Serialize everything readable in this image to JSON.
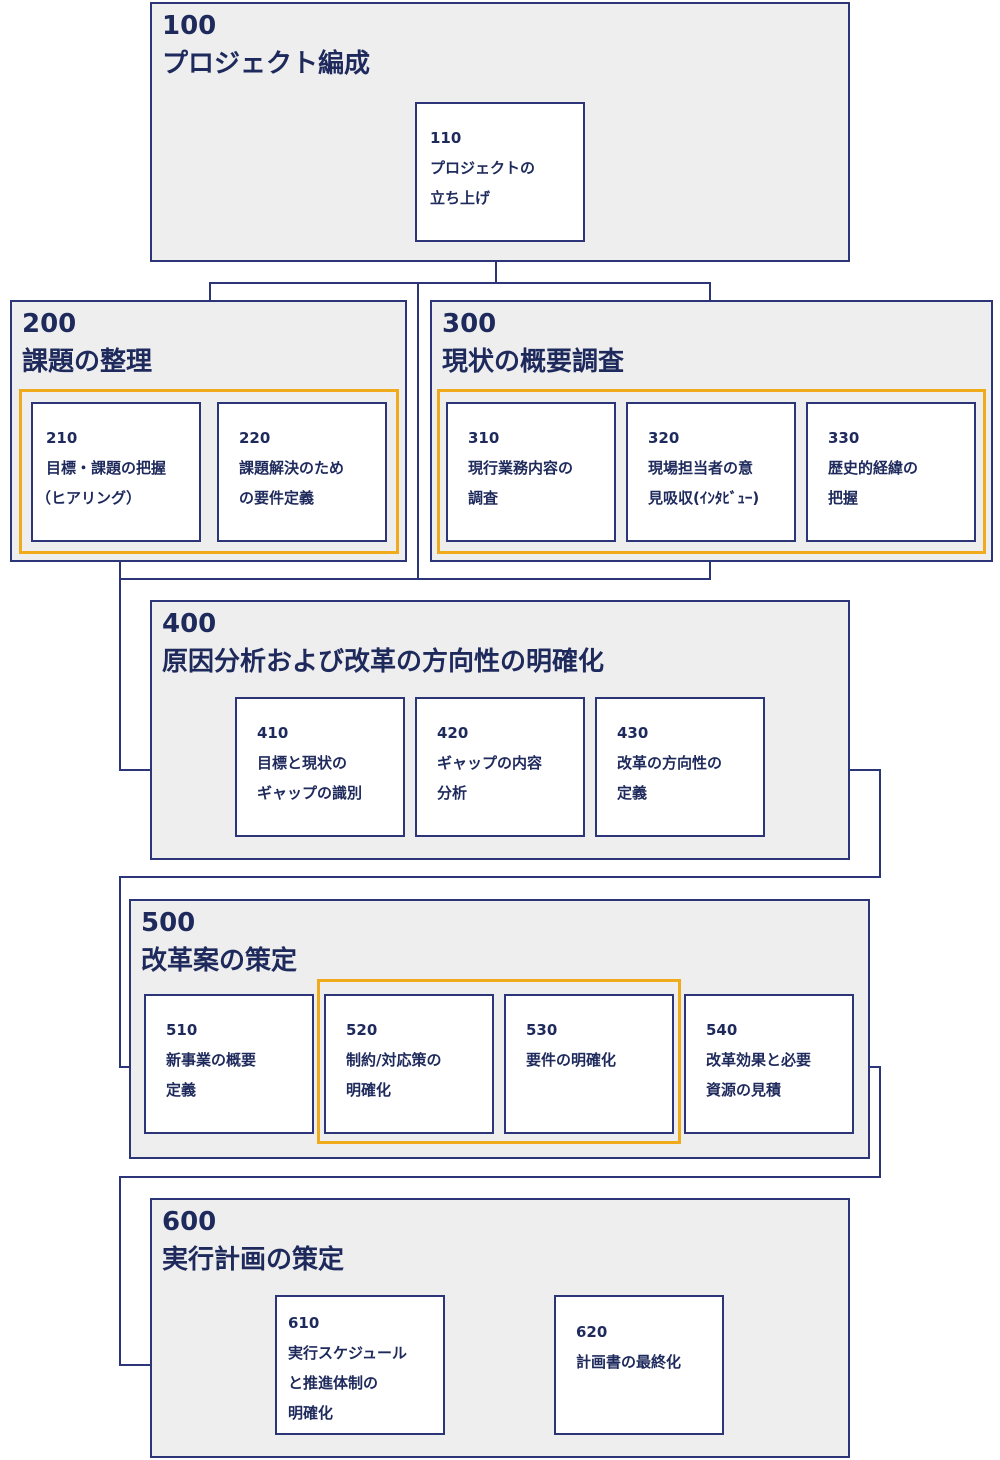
{
  "phases": {
    "p100": {
      "number": "100",
      "title": "プロジェクト編成"
    },
    "p200": {
      "number": "200",
      "title": "課題の整理"
    },
    "p300": {
      "number": "300",
      "title": "現状の概要調査"
    },
    "p400": {
      "number": "400",
      "title": "原因分析および改革の方向性の明確化"
    },
    "p500": {
      "number": "500",
      "title": "改革案の策定"
    },
    "p600": {
      "number": "600",
      "title": "実行計画の策定"
    }
  },
  "tasks": {
    "t110": {
      "number": "110",
      "lines": [
        "プロジェクトの",
        "立ち上げ"
      ]
    },
    "t210": {
      "number": "210",
      "lines": [
        "目標・課題の把握",
        "（ヒアリング）"
      ]
    },
    "t220": {
      "number": "220",
      "lines": [
        "課題解決のため",
        "の要件定義"
      ]
    },
    "t310": {
      "number": "310",
      "lines": [
        "現行業務内容の",
        "調査"
      ]
    },
    "t320": {
      "number": "320",
      "lines": [
        "現場担当者の意",
        "見吸収(ｲﾝﾀﾋﾞｭｰ)"
      ]
    },
    "t330": {
      "number": "330",
      "lines": [
        "歴史的経緯の",
        "把握"
      ]
    },
    "t410": {
      "number": "410",
      "lines": [
        "目標と現状の",
        "ギャップの識別"
      ]
    },
    "t420": {
      "number": "420",
      "lines": [
        "ギャップの内容",
        "分析"
      ]
    },
    "t430": {
      "number": "430",
      "lines": [
        "改革の方向性の",
        "定義"
      ]
    },
    "t510": {
      "number": "510",
      "lines": [
        "新事業の概要",
        "定義"
      ]
    },
    "t520": {
      "number": "520",
      "lines": [
        "制約/対応策の",
        "明確化"
      ]
    },
    "t530": {
      "number": "530",
      "lines": [
        "要件の明確化"
      ]
    },
    "t540": {
      "number": "540",
      "lines": [
        "改革効果と必要",
        "資源の見積"
      ]
    },
    "t610": {
      "number": "610",
      "lines": [
        "実行スケジュール",
        "と推進体制の",
        "明確化"
      ]
    },
    "t620": {
      "number": "620",
      "lines": [
        "計画書の最終化"
      ]
    }
  },
  "colors": {
    "phase_fill": "#eeeeee",
    "border": "#2b3577",
    "text": "#1f2a5c",
    "highlight": "#f0ab1c"
  }
}
